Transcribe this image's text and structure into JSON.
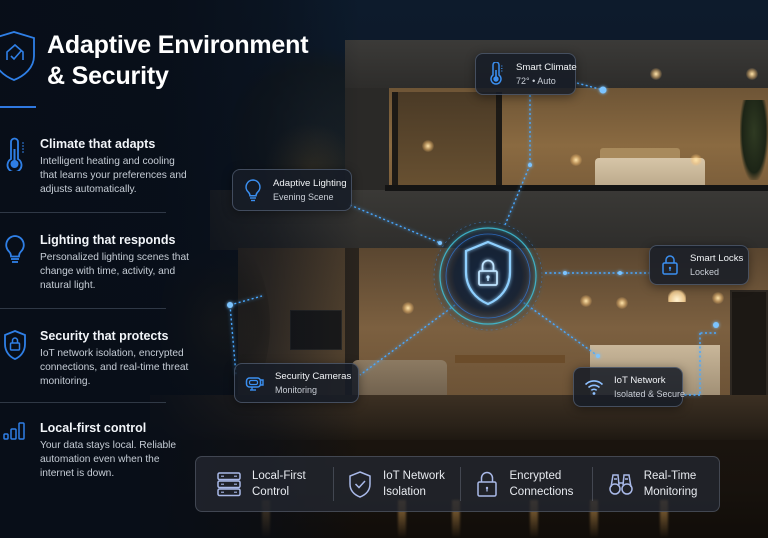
{
  "header": {
    "title_line1": "Adaptive Environment",
    "title_line2": "& Security",
    "icon": "shield-home-check-icon"
  },
  "features": [
    {
      "icon": "thermometer-icon",
      "title": "Climate that adapts",
      "description": "Intelligent heating and cooling that learns your preferences and adjusts automatically."
    },
    {
      "icon": "lightbulb-icon",
      "title": "Lighting that responds",
      "description": "Personalized lighting scenes that change with time, activity, and natural light."
    },
    {
      "icon": "shield-lock-icon",
      "title": "Security that protects",
      "description": "IoT network isolation, encrypted connections, and real-time threat monitoring."
    },
    {
      "icon": "signal-bars-icon",
      "title": "Local-first control",
      "description": "Your data stays local. Reliable automation even when the internet is down."
    }
  ],
  "callouts": {
    "climate": {
      "icon": "thermometer-icon",
      "title": "Smart Climate",
      "status": "72° • Auto"
    },
    "lighting": {
      "icon": "lightbulb-icon",
      "title": "Adaptive Lighting",
      "status": "Evening Scene"
    },
    "locks": {
      "icon": "padlock-icon",
      "title": "Smart Locks",
      "status": "Locked"
    },
    "cameras": {
      "icon": "security-camera-icon",
      "title": "Security Cameras",
      "status": "Monitoring"
    },
    "network": {
      "icon": "wifi-icon",
      "title": "IoT Network",
      "status": "Isolated & Secure"
    }
  },
  "hub": {
    "icon": "shield-lock-icon"
  },
  "bottom_bar": [
    {
      "icon": "server-icon",
      "line1": "Local-First",
      "line2": "Control"
    },
    {
      "icon": "shield-check-icon",
      "line1": "IoT Network",
      "line2": "Isolation"
    },
    {
      "icon": "padlock-icon",
      "line1": "Encrypted",
      "line2": "Connections"
    },
    {
      "icon": "binoculars-icon",
      "line1": "Real-Time",
      "line2": "Monitoring"
    }
  ],
  "colors": {
    "accent": "#2f7fe6",
    "accent_glow": "#4aa8ff",
    "background": "#0a111c",
    "card_bg": "#161c26",
    "text_primary": "#f2f5f9",
    "text_secondary": "#c6cdd6"
  }
}
